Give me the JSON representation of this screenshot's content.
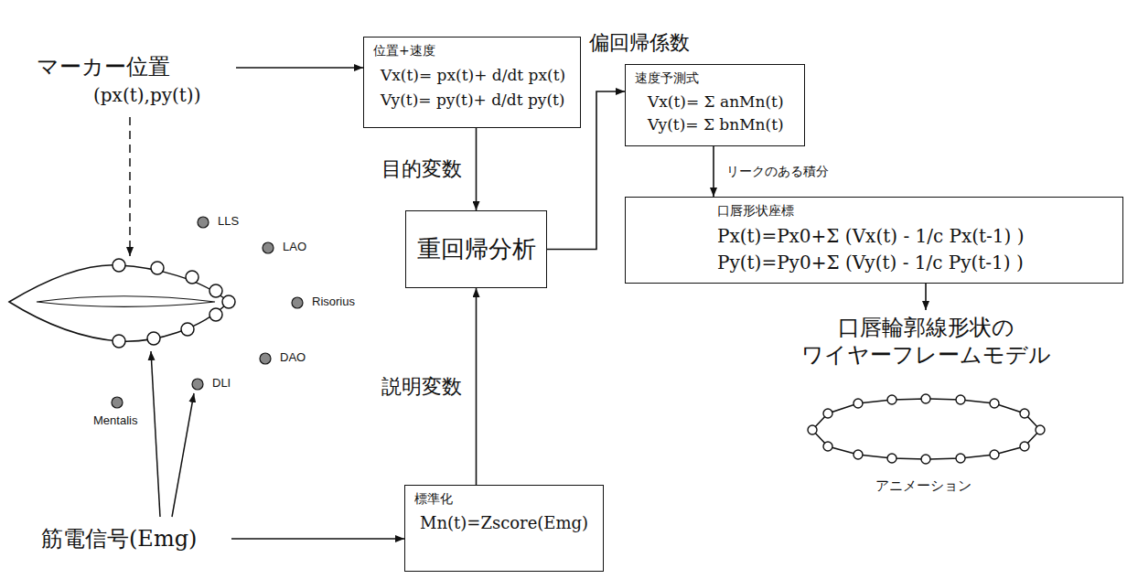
{
  "diagram": {
    "nodes": [
      {
        "text": [
          "マーカー位置",
          "(px(t),py(t))"
        ]
      },
      {
        "text": [
          "位置+速度",
          "Vx(t)= px(t)+ d/dt px(t)",
          "Vy(t)= py(t)+ d/dt py(t)"
        ]
      },
      {
        "text": [
          "重回帰分析"
        ]
      },
      {
        "text": [
          "標準化",
          "Mn(t)=Zscore(Emg)"
        ]
      },
      {
        "text": [
          "速度予測式",
          "Vx(t)= Σ anMn(t)",
          "Vy(t)= Σ bnMn(t)"
        ]
      },
      {
        "text": [
          "口唇形状座標",
          "Px(t)=Px0+Σ (Vx(t) - 1/c Px(t-1) )",
          "Py(t)=Py0+Σ (Vy(t) - 1/c Py(t-1) )"
        ]
      },
      {
        "text": [
          "口唇輪郭線形状の ワイヤーフレームモデル"
        ]
      },
      {
        "text": [
          "筋電信号(Emg)"
        ]
      }
    ],
    "edges": [
      {
        "from": 0,
        "to": 1,
        "arrow": "to"
      },
      {
        "from": 1,
        "to": 2,
        "label": "目的変数",
        "arrow": "to"
      },
      {
        "from": 3,
        "to": 2,
        "label": "説明変数",
        "arrow": "to"
      },
      {
        "from": 7,
        "to": 3,
        "arrow": "to"
      },
      {
        "from": 2,
        "to": 4,
        "label": "偏回帰係数",
        "arrow": "to"
      },
      {
        "from": 4,
        "to": 5,
        "label": "リークのある積分",
        "arrow": "to"
      },
      {
        "from": 5,
        "to": 6,
        "arrow": "to"
      }
    ],
    "labels": [
      "LLS",
      "LAO",
      "Risorius",
      "DAO",
      "DLI",
      "Mentalis",
      "アニメーション"
    ]
  }
}
